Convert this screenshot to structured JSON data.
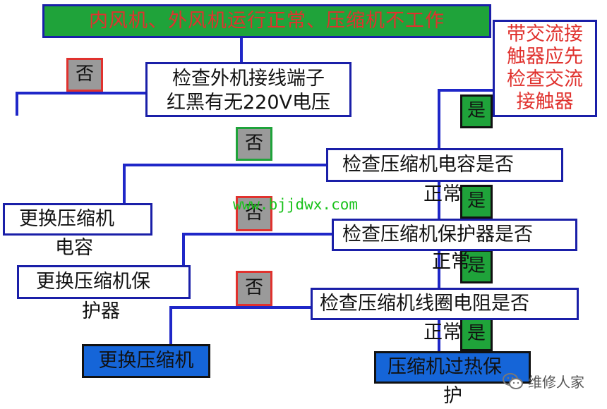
{
  "title": "内风机、外风机运行正常、压缩机不工作",
  "note": [
    "带交流接",
    "触器应先",
    "检查交流",
    "接触器"
  ],
  "check_wiring": [
    "检查外机接线端子",
    "红黑有无220V电压"
  ],
  "check_capacitor": {
    "line1": "检查压缩机电容是否",
    "line2": "正常"
  },
  "check_protector": {
    "line1": "检查压缩机保护器是否",
    "line2": "正常"
  },
  "check_coil": {
    "line1": "检查压缩机线圈电阻是否",
    "line2": "正常"
  },
  "replace_capacitor": {
    "line1": "更换压缩机",
    "line2": "电容"
  },
  "replace_protector": {
    "line1": "更换压缩机保",
    "line2": "护器"
  },
  "replace_compressor": "更换压缩机",
  "overheat": {
    "line1": "压缩机过热保",
    "line2": "护"
  },
  "tags": {
    "no1": "否",
    "no2": "否",
    "no3": "否",
    "no4": "否",
    "yes1": "是",
    "yes2": "是",
    "yes3": "是",
    "yes4": "是"
  },
  "watermark": "www.bjjdwx.com",
  "brand": "维修人家",
  "colors": {
    "title_bg": "#1fa33a",
    "title_text": "#e0322e",
    "line": "#1f27c8",
    "no_bg": "#9a9a9a",
    "yes_bg": "#1fa33a",
    "blue_box": "#1565d8"
  }
}
